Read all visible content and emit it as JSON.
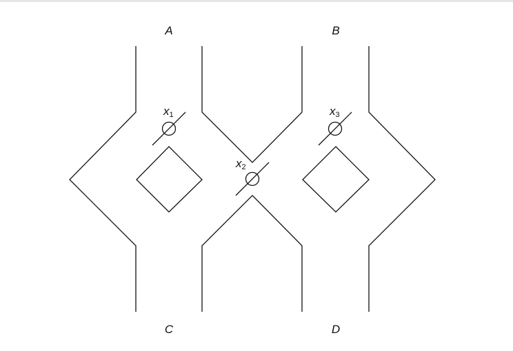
{
  "labels": {
    "a": "A",
    "b": "B",
    "c": "C",
    "d": "D"
  },
  "gates": [
    {
      "var": "x",
      "sub": "1"
    },
    {
      "var": "x",
      "sub": "2"
    },
    {
      "var": "x",
      "sub": "3"
    }
  ],
  "colors": {
    "line": "#111111",
    "background": "#ffffff"
  }
}
